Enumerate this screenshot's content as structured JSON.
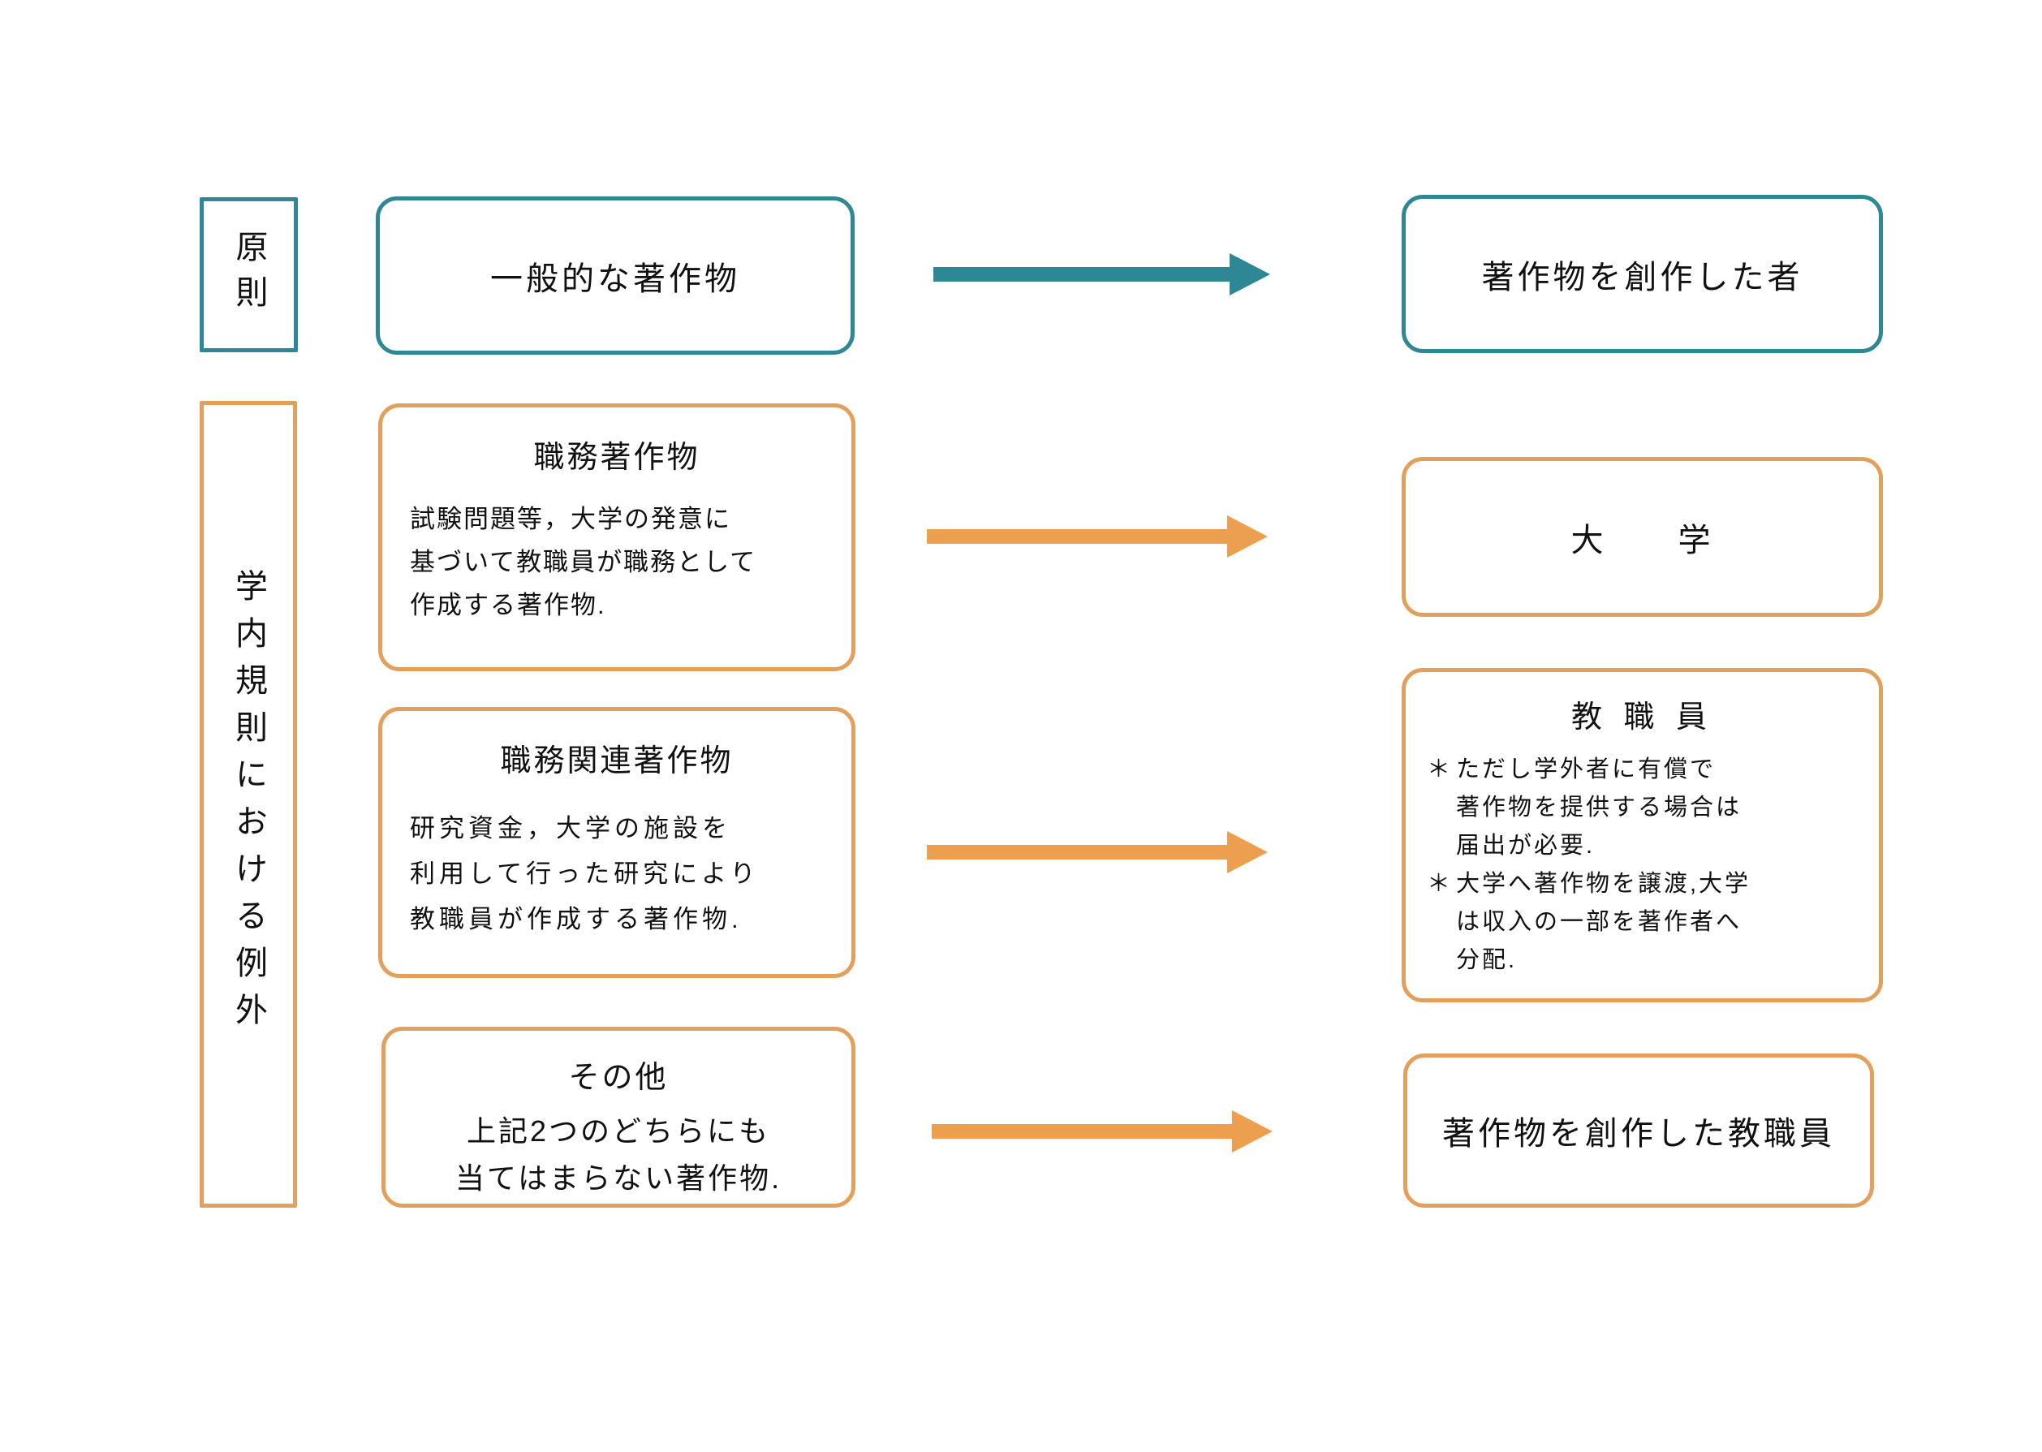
{
  "colors": {
    "teal": "#2E8795",
    "orange": "#E2A05C",
    "orange_arrow": "#ECA04F",
    "text": "#111111",
    "background": "#FFFFFF"
  },
  "principle": {
    "row_label": "原則",
    "source_box": "一般的な著作物",
    "target_box": "著作物を創作した者"
  },
  "exceptions": {
    "column_label": "学内規則における例外",
    "work_for_hire": {
      "title": "職務著作物",
      "body_lines": [
        "試験問題等，大学の発意に",
        "基づいて教職員が職務として",
        "作成する著作物."
      ],
      "owner": "大　　学"
    },
    "work_related": {
      "title": "職務関連著作物",
      "body_lines": [
        "研究資金，大学の施設を",
        "利用して行った研究により",
        "教職員が作成する著作物."
      ],
      "owner": {
        "title": "教 職 員",
        "note_marker": "＊",
        "note1_lines": [
          "ただし学外者に有償で",
          "著作物を提供する場合は",
          "届出が必要."
        ],
        "note2_lines": [
          "大学へ著作物を譲渡,大学",
          "は収入の一部を著作者へ",
          "分配."
        ]
      }
    },
    "other": {
      "title": "その他",
      "body_lines": [
        "上記2つのどちらにも",
        "当てはまらない著作物."
      ],
      "owner": "著作物を創作した教職員"
    }
  }
}
